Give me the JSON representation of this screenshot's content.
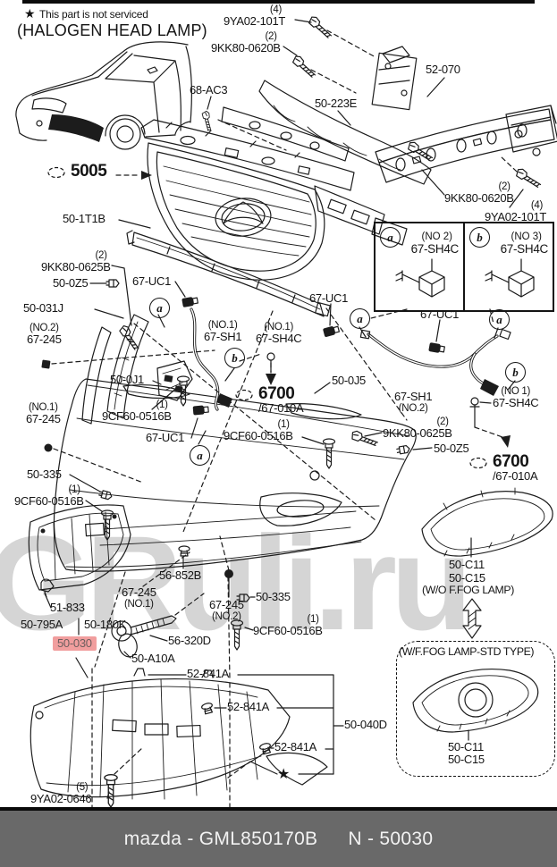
{
  "header": {
    "star": "★",
    "note": "This part is not serviced",
    "subtitle": "(HALOGEN HEAD LAMP)"
  },
  "watermark": {
    "text": "GRuli.ru"
  },
  "colors": {
    "highlight": "#f19e9e",
    "footer_bar": "#696969",
    "line": "#1c1c1c"
  },
  "symbols": {
    "star": "★"
  },
  "callouts": {
    "a": "a",
    "b": "b"
  },
  "legend": {
    "a": {
      "letter": "a",
      "qty": "(NO 2)",
      "pn": "67-SH4C"
    },
    "b": {
      "letter": "b",
      "qty": "(NO 3)",
      "pn": "67-SH4C"
    }
  },
  "refs": [
    {
      "code": "5005",
      "sub": ""
    },
    {
      "code": "6700",
      "sub": "/67-010A"
    },
    {
      "code": "6700",
      "sub": "/67-010A"
    }
  ],
  "labels": [
    {
      "qty": "(4)",
      "pn": "9YA02-101T"
    },
    {
      "qty": "(2)",
      "pn": "9KK80-0620B"
    },
    {
      "pn": "52-070"
    },
    {
      "pn": "68-AC3"
    },
    {
      "pn": "50-223E"
    },
    {
      "qty": "(2)",
      "pn": "9KK80-0620B"
    },
    {
      "qty": "(4)",
      "pn": "9YA02-101T"
    },
    {
      "pn": "50-1T1B"
    },
    {
      "qty": "(2)",
      "pn": "9KK80-0625B"
    },
    {
      "pn": "50-0Z5"
    },
    {
      "pn": "67-UC1"
    },
    {
      "pn": "50-031J"
    },
    {
      "qty": "(NO.2)",
      "pn": "67-245"
    },
    {
      "qty": "(NO.1)",
      "pn": "67-SH1"
    },
    {
      "qty": "(NO.1)",
      "pn": "67-SH4C"
    },
    {
      "qty": "(NO.1)",
      "pn": "67-245"
    },
    {
      "pn": "50-0J1"
    },
    {
      "qty": "(1)",
      "pn": "9CF60-0516B"
    },
    {
      "pn": "67-UC1"
    },
    {
      "qty": "(1)",
      "pn": "9CF60-0516B"
    },
    {
      "qty": "(2)",
      "pn": "9KK80-0625B"
    },
    {
      "pn": "50-0Z5"
    },
    {
      "pn": "67-UC1"
    },
    {
      "pn": "67-UC1"
    },
    {
      "pn": "67-SH1",
      "qty": "(NO.2)"
    },
    {
      "qty": "(NO 1)",
      "pn": "67-SH4C"
    },
    {
      "pn": "50-0J5"
    },
    {
      "pn": "50-335"
    },
    {
      "qty": "(1)",
      "pn": "9CF60-0516B"
    },
    {
      "pn": "56-852B"
    },
    {
      "pn": "67-245",
      "qty": "(NO.1)"
    },
    {
      "pn": "67-245",
      "qty": "(NO.2)"
    },
    {
      "pn": "51-833"
    },
    {
      "pn": "50-795A"
    },
    {
      "pn": "50-180K"
    },
    {
      "pn": "50-030"
    },
    {
      "pn": "56-320D"
    },
    {
      "pn": "50-A10A"
    },
    {
      "pn": "50-335"
    },
    {
      "qty": "(1)",
      "pn": "9CF60-0516B"
    },
    {
      "pn": "52-841A"
    },
    {
      "pn": "52-841A"
    },
    {
      "pn": "52-841A"
    },
    {
      "pn": "50-040D"
    },
    {
      "qty": "(5)",
      "pn": "9YA02-0646"
    },
    {
      "pn": "50-C11"
    },
    {
      "pn": "50-C15"
    },
    {
      "pn": "(W/O F.FOG LAMP)"
    },
    {
      "pn": "50-C11"
    },
    {
      "pn": "50-C15"
    }
  ],
  "fog_box": {
    "title": "(W/F.FOG LAMP-STD TYPE)"
  },
  "footer": {
    "left": "mazda - GML850170B",
    "right": "N - 50030"
  }
}
